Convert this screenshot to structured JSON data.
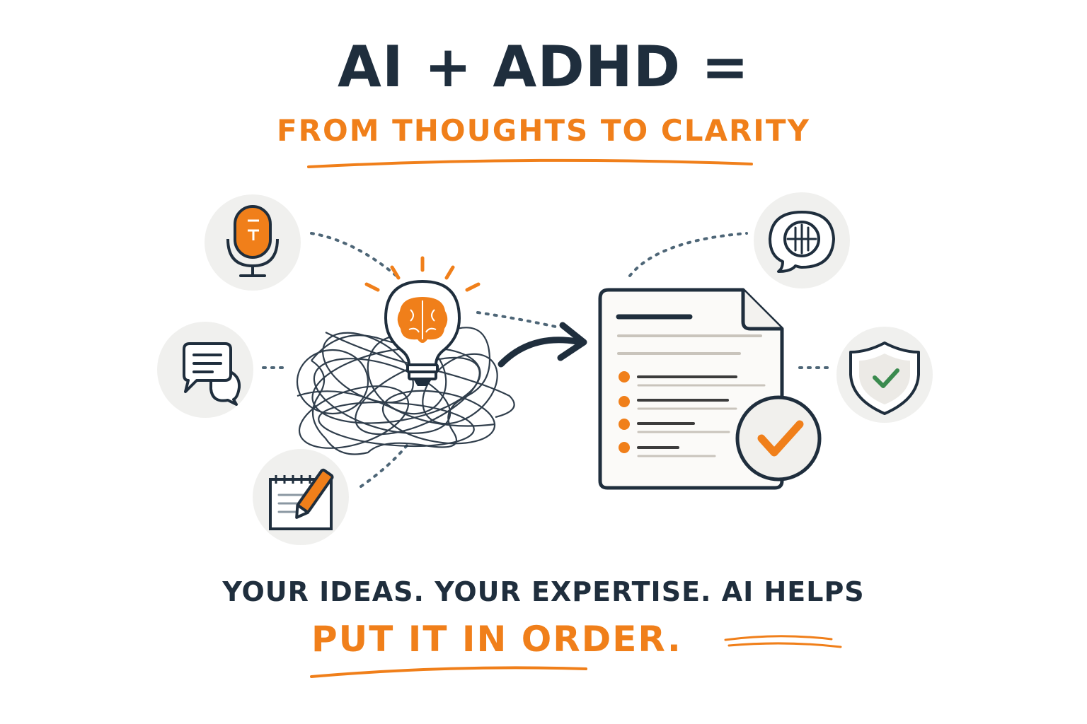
{
  "header": {
    "title": "AI + ADHD =",
    "subtitle": "FROM THOUGHTS TO CLARITY"
  },
  "footer": {
    "line1": "YOUR IDEAS. YOUR EXPERTISE. AI HELPS",
    "line2": "PUT IT IN ORDER."
  },
  "icons": {
    "left": [
      "microphone-icon",
      "chat-bubbles-icon",
      "notepad-pencil-icon"
    ],
    "center": [
      "lightbulb-brain-icon",
      "tangled-thoughts-scribble",
      "arrow-right-icon"
    ],
    "right": [
      "structured-document-icon",
      "checkmark-badge-icon",
      "clock-speech-bubble-icon",
      "shield-check-icon"
    ]
  },
  "colors": {
    "navy": "#1f2e3d",
    "orange": "#f07f1a",
    "green": "#3a8a4e",
    "circle_bg": "#f0f0ee",
    "dots": "#4e6677"
  }
}
